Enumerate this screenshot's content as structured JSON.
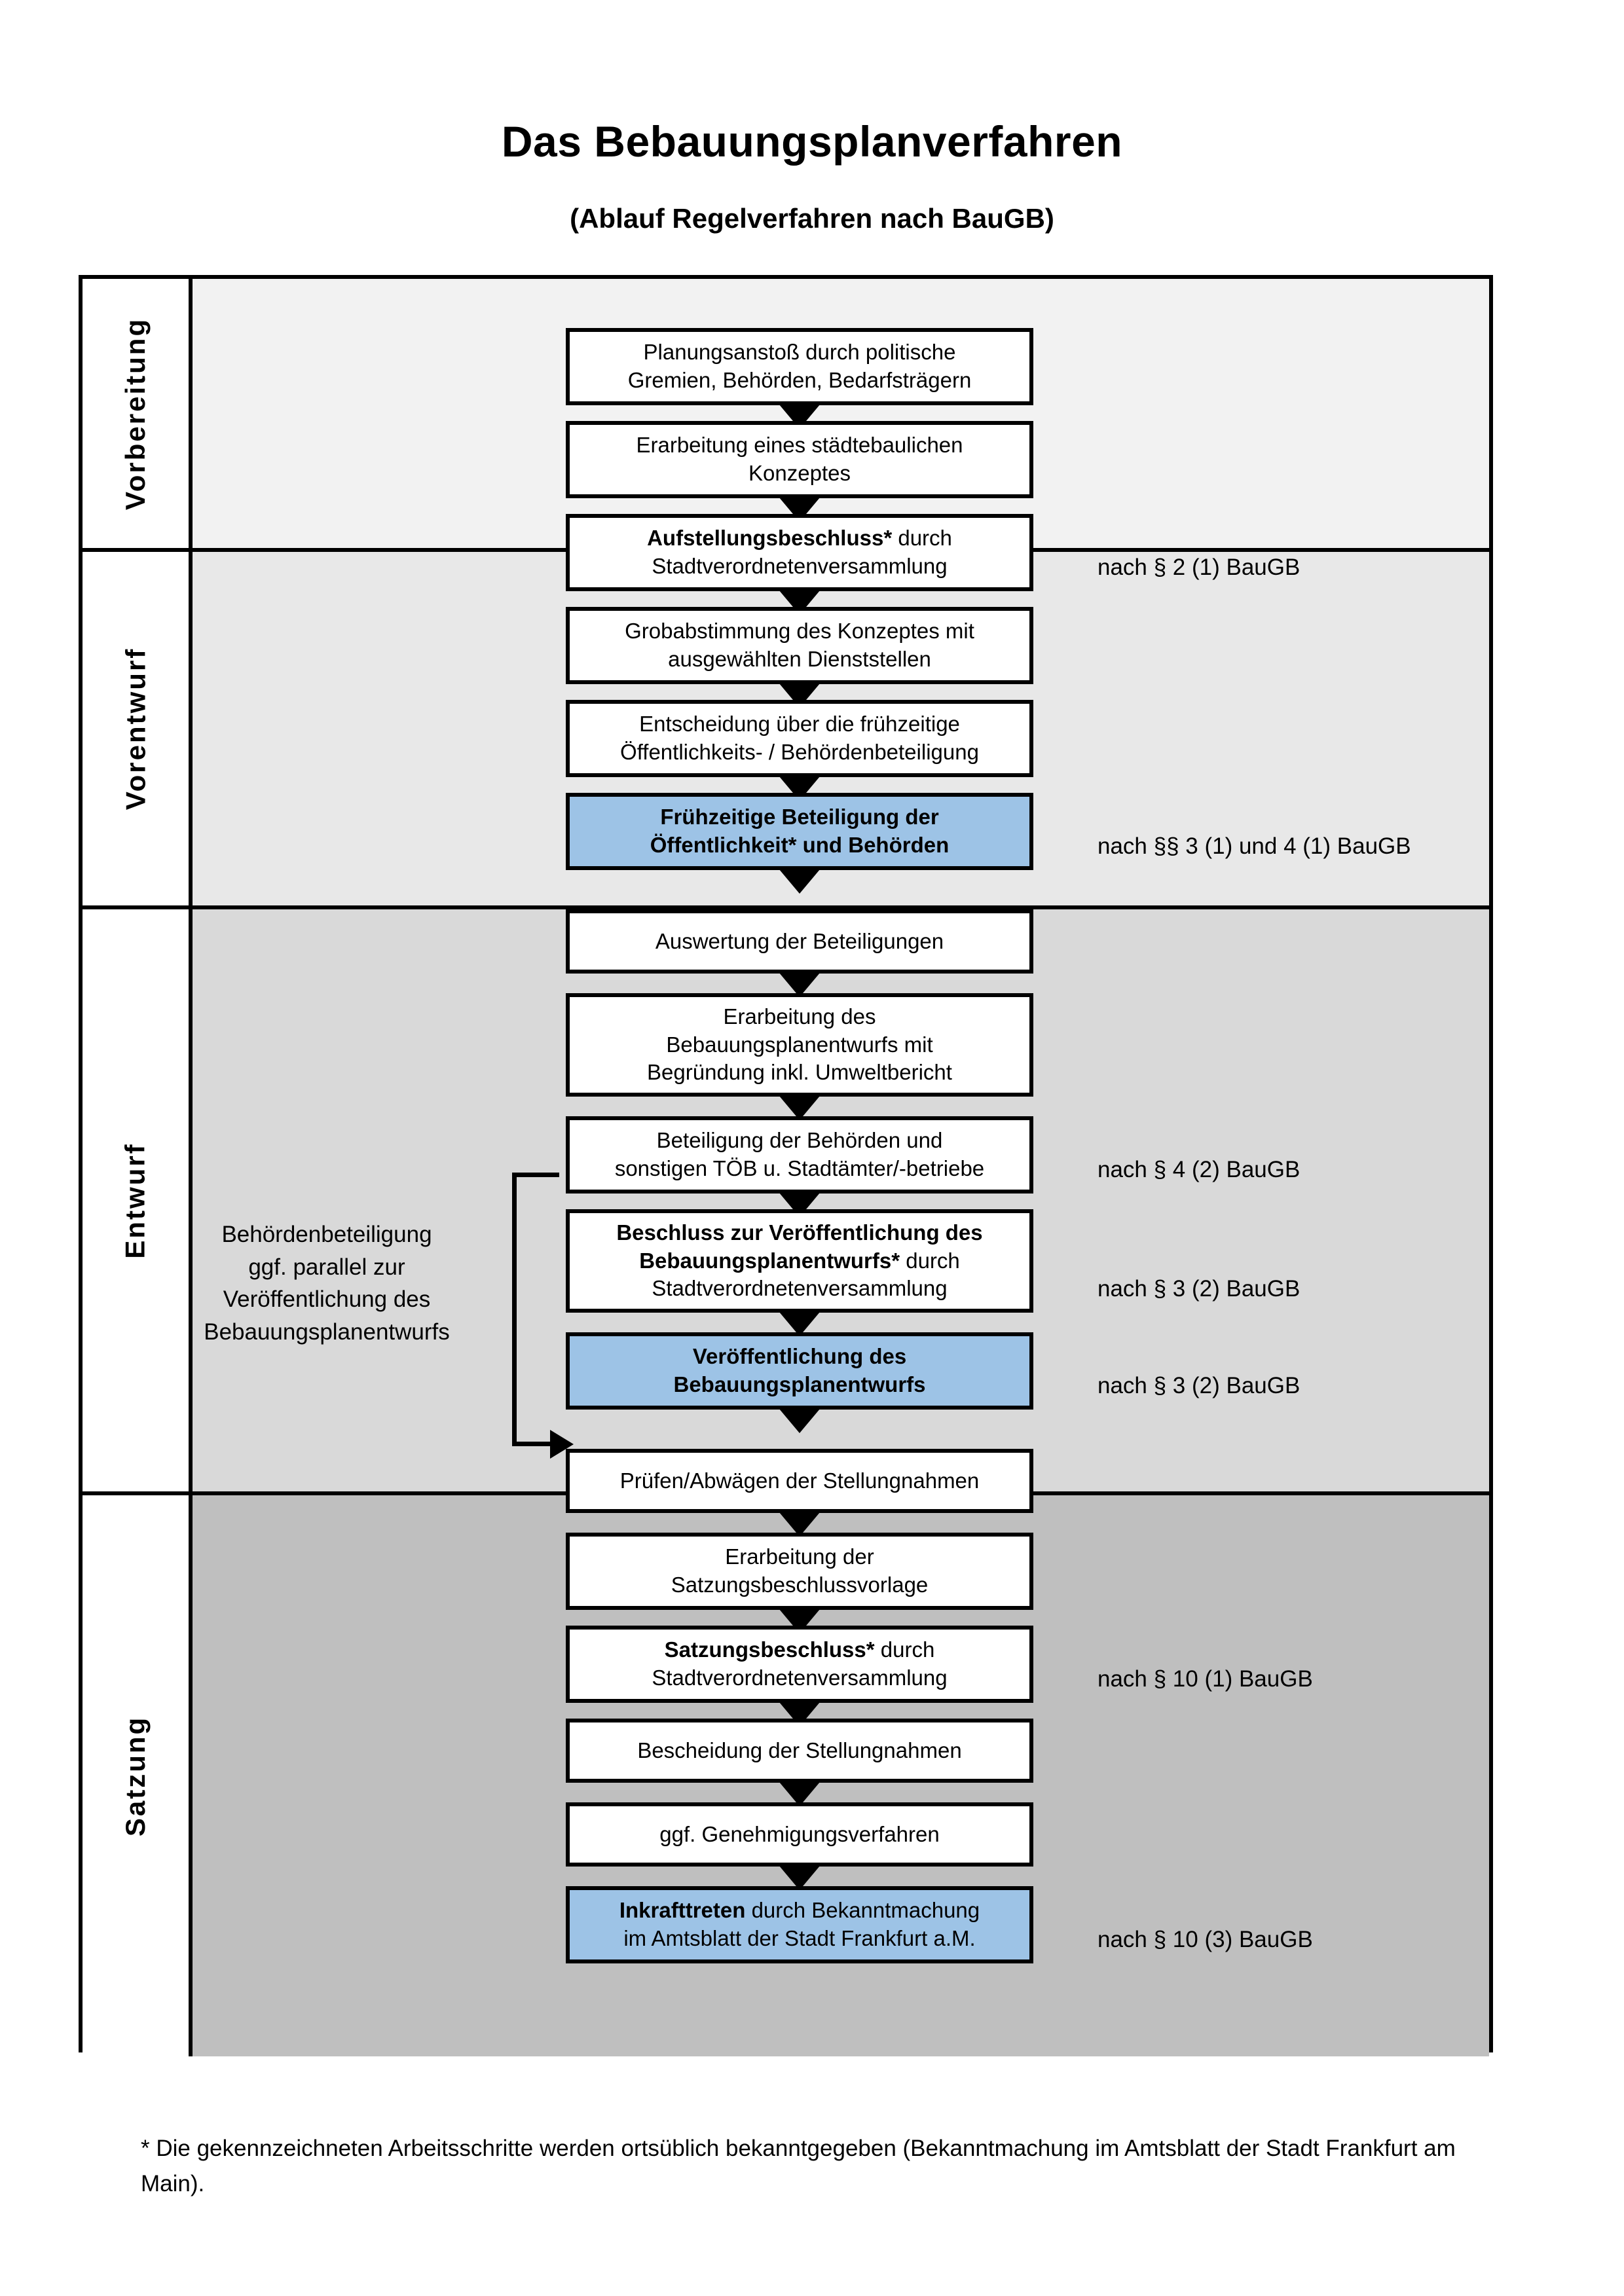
{
  "title": "Das Bebauungsplanverfahren",
  "subtitle": "(Ablauf Regelverfahren nach BauGB)",
  "colors": {
    "highlight_blue": "#9DC3E6",
    "band_vorbereitung": "#F2F2F2",
    "band_vorentwurf": "#E8E8E8",
    "band_entwurf": "#D9D9D9",
    "band_satzung": "#BFBFBF",
    "outline": "#000000"
  },
  "phases": [
    {
      "label": "Vorbereitung",
      "background": "#F2F2F2"
    },
    {
      "label": "Vorentwurf",
      "background": "#E8E8E8"
    },
    {
      "label": "Entwurf",
      "background": "#D9D9D9"
    },
    {
      "label": "Satzung",
      "background": "#BFBFBF"
    }
  ],
  "steps": [
    {
      "id": "planungsanstoss",
      "phase": "Vorbereitung",
      "highlight": false,
      "lines": [
        {
          "text": "Planungsanstoß durch politische",
          "bold": false
        },
        {
          "text": "Gremien, Behörden, Bedarfsträgern",
          "bold": false
        }
      ]
    },
    {
      "id": "staedtebaul-konzept",
      "phase": "Vorbereitung",
      "highlight": false,
      "lines": [
        {
          "text": "Erarbeitung eines städtebaulichen",
          "bold": false
        },
        {
          "text": "Konzeptes",
          "bold": false
        }
      ]
    },
    {
      "id": "aufstellungsbeschluss",
      "phase": "Vorbereitung",
      "highlight": false,
      "lines": [
        {
          "text": "Aufstellungsbeschluss* durch",
          "bold": true,
          "bold_prefix": "Aufstellungsbeschluss*",
          "rest": " durch"
        },
        {
          "text": "Stadtverordnetenversammlung",
          "bold": false
        }
      ]
    },
    {
      "id": "grobabstimmung",
      "phase": "Vorentwurf",
      "highlight": false,
      "lines": [
        {
          "text": "Grobabstimmung des Konzeptes mit",
          "bold": false
        },
        {
          "text": "ausgewählten Dienststellen",
          "bold": false
        }
      ]
    },
    {
      "id": "entscheidung-fruehzeitig",
      "phase": "Vorentwurf",
      "highlight": false,
      "lines": [
        {
          "text": "Entscheidung über die frühzeitige",
          "bold": false
        },
        {
          "text": "Öffentlichkeits- / Behördenbeteiligung",
          "bold": false
        }
      ]
    },
    {
      "id": "fruehzeitige-beteiligung",
      "phase": "Vorentwurf",
      "highlight": true,
      "lines": [
        {
          "text": "Frühzeitige Beteiligung der",
          "bold": true
        },
        {
          "text": "Öffentlichkeit* und Behörden",
          "bold": true
        }
      ]
    },
    {
      "id": "auswertung-beteiligungen",
      "phase": "Entwurf",
      "highlight": false,
      "lines": [
        {
          "text": "Auswertung der Beteiligungen",
          "bold": false
        }
      ]
    },
    {
      "id": "erarbeitung-bplanentwurf",
      "phase": "Entwurf",
      "highlight": false,
      "lines": [
        {
          "text": "Erarbeitung des",
          "bold": false
        },
        {
          "text": "Bebauungsplanentwurfs mit",
          "bold": false
        },
        {
          "text": "Begründung inkl. Umweltbericht",
          "bold": false
        }
      ]
    },
    {
      "id": "beteiligung-behoerden",
      "phase": "Entwurf",
      "highlight": false,
      "lines": [
        {
          "text": "Beteiligung der Behörden und",
          "bold": false
        },
        {
          "text": "sonstigen TÖB u. Stadtämter/-betriebe",
          "bold": false
        }
      ]
    },
    {
      "id": "beschluss-veroeffentlichung",
      "phase": "Entwurf",
      "highlight": false,
      "lines": [
        {
          "text": "Beschluss zur Veröffentlichung des",
          "bold": true
        },
        {
          "text": "Bebauungsplanentwurfs* durch",
          "bold": true,
          "bold_prefix": "Bebauungsplanentwurfs*",
          "rest": " durch"
        },
        {
          "text": "Stadtverordnetenversammlung",
          "bold": false
        }
      ]
    },
    {
      "id": "veroeffentlichung-bplanentwurf",
      "phase": "Entwurf",
      "highlight": true,
      "lines": [
        {
          "text": "Veröffentlichung des",
          "bold": true
        },
        {
          "text": "Bebauungsplanentwurfs",
          "bold": true
        }
      ]
    },
    {
      "id": "pruefen-abwaegen",
      "phase": "Satzung",
      "highlight": false,
      "lines": [
        {
          "text": "Prüfen/Abwägen der Stellungnahmen",
          "bold": false
        }
      ]
    },
    {
      "id": "erarbeitung-satzungsvorlage",
      "phase": "Satzung",
      "highlight": false,
      "lines": [
        {
          "text": "Erarbeitung der",
          "bold": false
        },
        {
          "text": "Satzungsbeschlussvorlage",
          "bold": false
        }
      ]
    },
    {
      "id": "satzungsbeschluss",
      "phase": "Satzung",
      "highlight": false,
      "lines": [
        {
          "text": "Satzungsbeschluss* durch",
          "bold": true,
          "bold_prefix": "Satzungsbeschluss*",
          "rest": " durch"
        },
        {
          "text": "Stadtverordnetenversammlung",
          "bold": false
        }
      ]
    },
    {
      "id": "bescheidung-stellungnahmen",
      "phase": "Satzung",
      "highlight": false,
      "lines": [
        {
          "text": "Bescheidung der Stellungnahmen",
          "bold": false
        }
      ]
    },
    {
      "id": "genehmigungsverfahren",
      "phase": "Satzung",
      "highlight": false,
      "lines": [
        {
          "text": "ggf. Genehmigungsverfahren",
          "bold": false
        }
      ]
    },
    {
      "id": "inkrafttreten",
      "phase": "Satzung",
      "highlight": true,
      "lines": [
        {
          "text": "Inkrafttreten durch Bekanntmachung",
          "bold": true,
          "bold_prefix": "Inkrafttreten",
          "rest": " durch Bekanntmachung"
        },
        {
          "text": "im Amtsblatt der Stadt Frankfurt a.M.",
          "bold": false
        }
      ]
    }
  ],
  "annotations": [
    {
      "id": "ann-p2-1",
      "text": "nach § 2 (1) BauGB",
      "for": "aufstellungsbeschluss"
    },
    {
      "id": "ann-p3-4",
      "text": "nach §§ 3 (1) und 4 (1) BauGB",
      "for": "fruehzeitige-beteiligung"
    },
    {
      "id": "ann-p4-2",
      "text": "nach § 4 (2) BauGB",
      "for": "beteiligung-behoerden"
    },
    {
      "id": "ann-p3-2a",
      "text": "nach § 3 (2) BauGB",
      "for": "beschluss-veroeffentlichung"
    },
    {
      "id": "ann-p3-2b",
      "text": "nach § 3 (2) BauGB",
      "for": "veroeffentlichung-bplanentwurf"
    },
    {
      "id": "ann-p10-1",
      "text": "nach § 10 (1) BauGB",
      "for": "satzungsbeschluss"
    },
    {
      "id": "ann-p10-3",
      "text": "nach § 10 (3) BauGB",
      "for": "inkrafttreten"
    }
  ],
  "sidenote": {
    "lines": [
      "Behördenbeteiligung",
      "ggf. parallel zur",
      "Veröffentlichung des",
      "Bebauungsplanentwurfs"
    ]
  },
  "footnote": "* Die gekennzeichneten Arbeitsschritte werden ortsüblich bekanntgegeben (Bekanntmachung im Amtsblatt  der Stadt Frankfurt am Main)."
}
